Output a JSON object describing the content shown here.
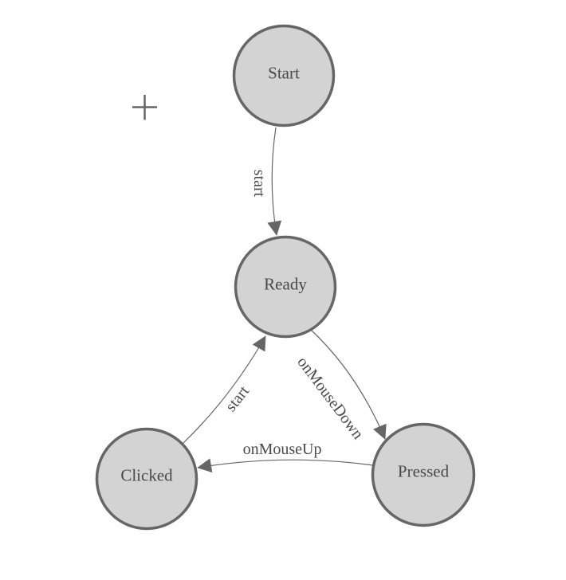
{
  "diagram": {
    "type": "state-diagram",
    "nodes": [
      {
        "id": "start",
        "label": "Start"
      },
      {
        "id": "ready",
        "label": "Ready"
      },
      {
        "id": "clicked",
        "label": "Clicked"
      },
      {
        "id": "pressed",
        "label": "Pressed"
      }
    ],
    "edges": [
      {
        "from": "Start",
        "to": "Ready",
        "label": "start"
      },
      {
        "from": "Ready",
        "to": "Pressed",
        "label": "onMouseDown"
      },
      {
        "from": "Pressed",
        "to": "Clicked",
        "label": "onMouseUp"
      },
      {
        "from": "Clicked",
        "to": "Ready",
        "label": "start"
      }
    ],
    "cursor": {
      "glyph": "plus-crosshair"
    },
    "colors": {
      "background": "#ffffff",
      "node_fill": "#d3d3d3",
      "node_stroke": "#666666",
      "edge_stroke": "#666666",
      "label_text": "#4a4a4a",
      "cursor_color": "#666666"
    }
  }
}
